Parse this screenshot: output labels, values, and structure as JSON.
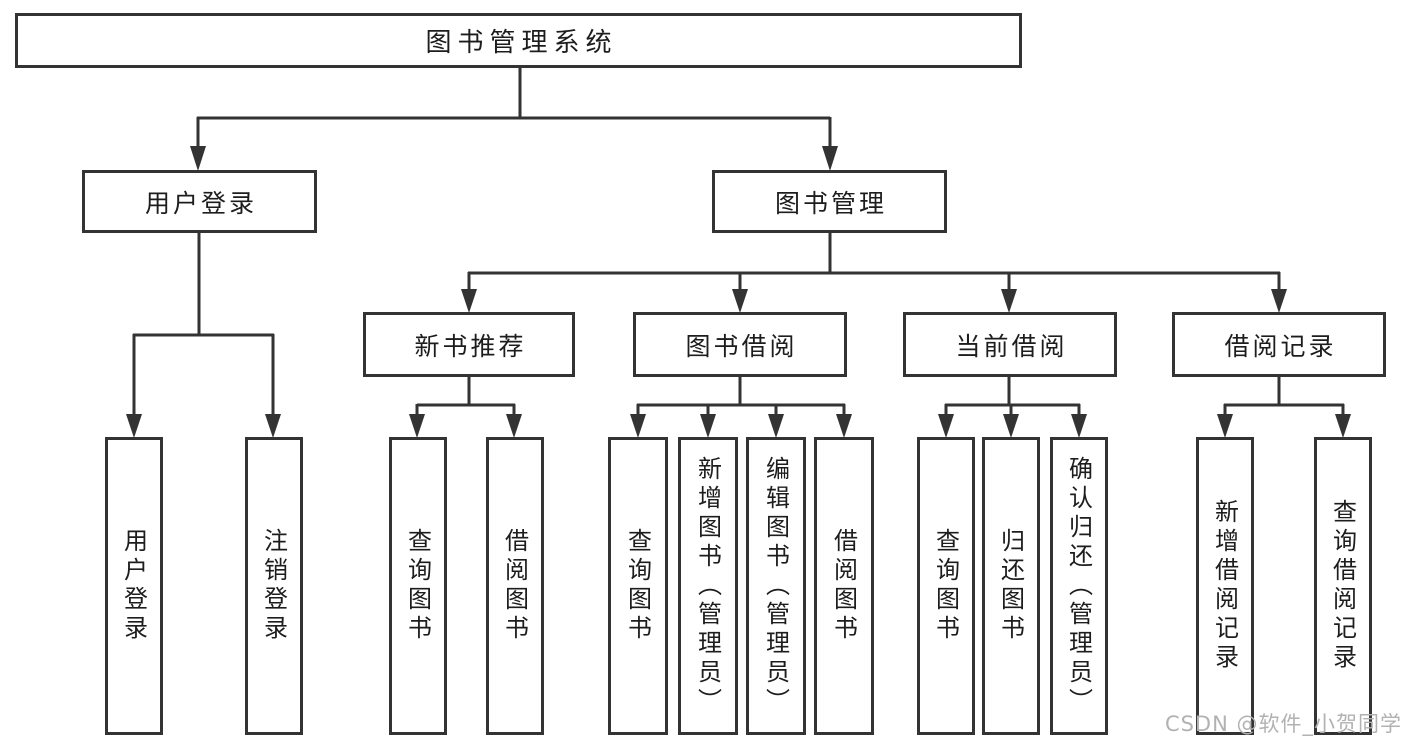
{
  "background": "#ffffff",
  "colors": {
    "line": "#333333",
    "box_border": "#333333",
    "text": "#1d1d1d",
    "watermark": "#b2b2b2"
  },
  "nodes": {
    "root": {
      "label": "图书管理系统"
    },
    "user_login": {
      "label": "用户登录"
    },
    "book_management": {
      "label": "图书管理"
    },
    "new_book_recommend": {
      "label": "新书推荐"
    },
    "book_borrow": {
      "label": "图书借阅"
    },
    "current_borrow": {
      "label": "当前借阅"
    },
    "borrow_records": {
      "label": "借阅记录"
    },
    "leaf_user_login": {
      "label": "用户登录"
    },
    "leaf_logout": {
      "label": "注销登录"
    },
    "leaf_query_book_recommend": {
      "label": "查询图书"
    },
    "leaf_borrow_book_recommend": {
      "label": "借阅图书"
    },
    "leaf_query_book_borrow": {
      "label": "查询图书"
    },
    "leaf_add_book": {
      "label": "新增图书（管理员）"
    },
    "leaf_edit_book": {
      "label": "编辑图书（管理员）"
    },
    "leaf_borrow_book": {
      "label": "借阅图书"
    },
    "leaf_query_book_current": {
      "label": "查询图书"
    },
    "leaf_return_book": {
      "label": "归还图书"
    },
    "leaf_confirm_return": {
      "label": "确认归还（管理员）"
    },
    "leaf_add_borrow_record": {
      "label": "新增借阅记录"
    },
    "leaf_query_borrow_record": {
      "label": "查询借阅记录"
    }
  },
  "watermark": {
    "text": "CSDN @软件_小贺同学"
  }
}
